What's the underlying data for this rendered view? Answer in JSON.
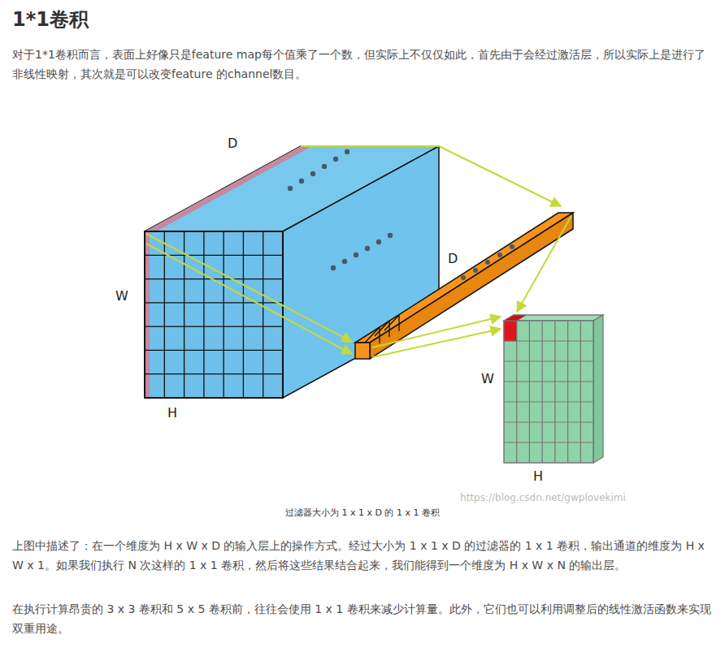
{
  "diagram": {
    "title": "1*1卷积",
    "caption": "过滤器大小为 1 x 1 x D 的 1 x 1 卷积",
    "labels": [
      "对于1*1卷积而言，表面上好像只是feature map每个值乘了一个数，但实际上不仅仅如此，首先由于会经过激活层，所以实际上是进行了非线性映射，其次就是可以改变feature 的channel数目。",
      "D",
      "W",
      "H",
      "D",
      "W",
      "H",
      "https://blog.csdn.net/gwplovekimi",
      "上图中描述了：在一个维度为 H x W x D 的输入层上的操作方式。经过大小为 1 x 1 x D 的过滤器的 1 x 1 卷积，输出通道的维度为 H x W x 1。如果我们执行 N 次这样的 1 x 1 卷积，然后将这些结果结合起来，我们能得到一个维度为 H x W x N 的输出层。",
      "在执行计算昂贵的 3 x 3 卷积和 5 x 5 卷积前，往往会使用 1 x 1 卷积来减少计算量。此外，它们也可以利用调整后的线性激活函数来实现双重用途。"
    ]
  }
}
